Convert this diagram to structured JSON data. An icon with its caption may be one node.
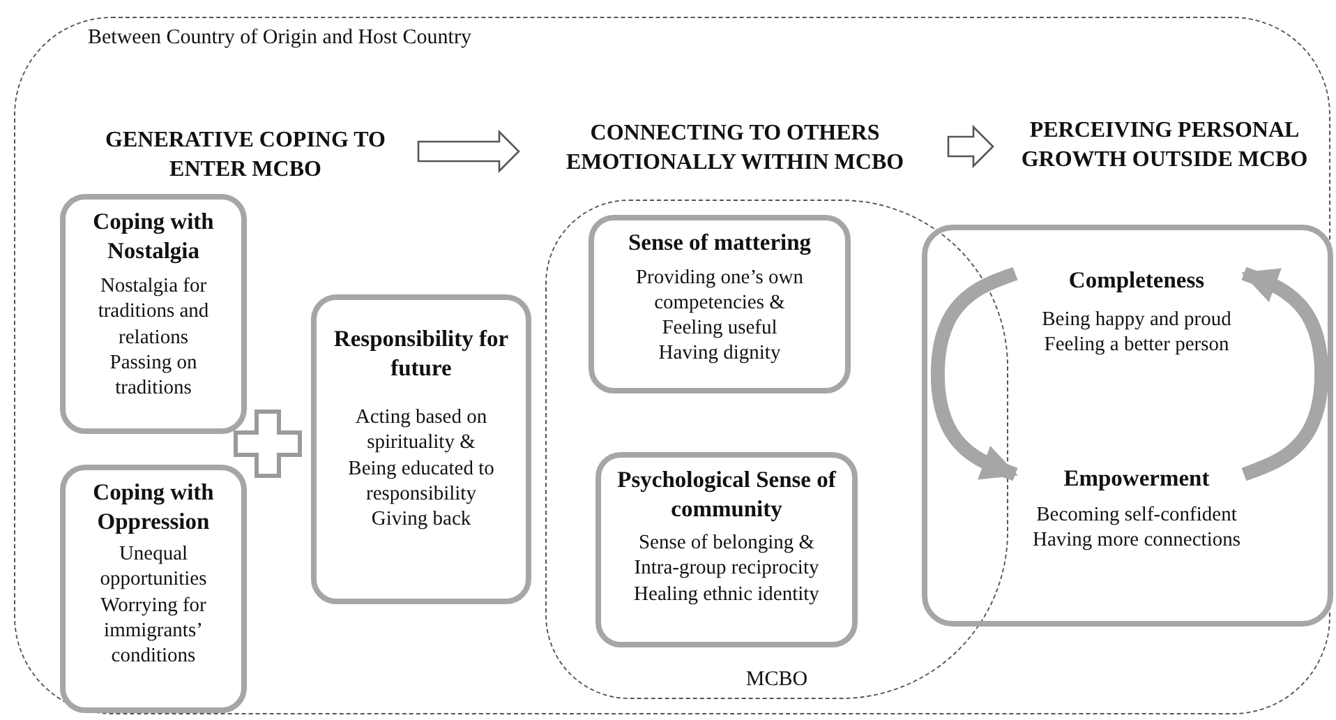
{
  "diagram": {
    "nodes": [
      {
        "text": [
          "Between Country of Origin and Host Country"
        ]
      },
      {
        "text": [
          "GENERATIVE COPING TO ENTER MCBO"
        ],
        "in": 0
      },
      {
        "text": [
          "CONNECTING TO OTHERS EMOTIONALLY WITHIN MCBO"
        ],
        "in": 0
      },
      {
        "text": [
          "PERCEIVING PERSONAL GROWTH OUTSIDE MCBO"
        ],
        "in": 0
      },
      {
        "text": [
          "Coping with Nostalgia",
          "Nostalgia for traditions and relations",
          "Passing on traditions"
        ],
        "in": 0
      },
      {
        "text": [
          "Coping with Oppression",
          "Unequal opportunities",
          "Worrying for immigrants’ conditions"
        ],
        "in": 0
      },
      {
        "text": [
          "Responsibility for future",
          "Acting based on spirituality &",
          "Being educated to responsibility",
          "Giving back"
        ],
        "in": 0
      },
      {
        "text": [
          "MCBO"
        ],
        "in": 0
      },
      {
        "text": [
          "Sense of mattering",
          "Providing one’s own competencies &",
          "Feeling useful",
          "Having dignity"
        ],
        "in": 7
      },
      {
        "text": [
          "Psychological Sense of community",
          "Sense of belonging &",
          "Intra-group reciprocity",
          "Healing ethnic identity"
        ],
        "in": 7
      },
      {
        "text": [],
        "shape": "box",
        "in": 0
      },
      {
        "text": [
          "Completeness",
          "Being happy and proud",
          "Feeling a better person"
        ],
        "in": 10
      },
      {
        "text": [
          "Empowerment",
          "Becoming self-confident",
          "Having more connections"
        ],
        "in": 10
      }
    ],
    "edges": [
      {
        "from": 1,
        "to": 2,
        "arrow": "to"
      },
      {
        "from": 2,
        "to": 3,
        "arrow": "to"
      },
      {
        "from": 11,
        "to": 12,
        "arrow": "to",
        "color": "#a6a6a6"
      },
      {
        "from": 12,
        "to": 11,
        "arrow": "to",
        "color": "#a6a6a6"
      }
    ]
  }
}
